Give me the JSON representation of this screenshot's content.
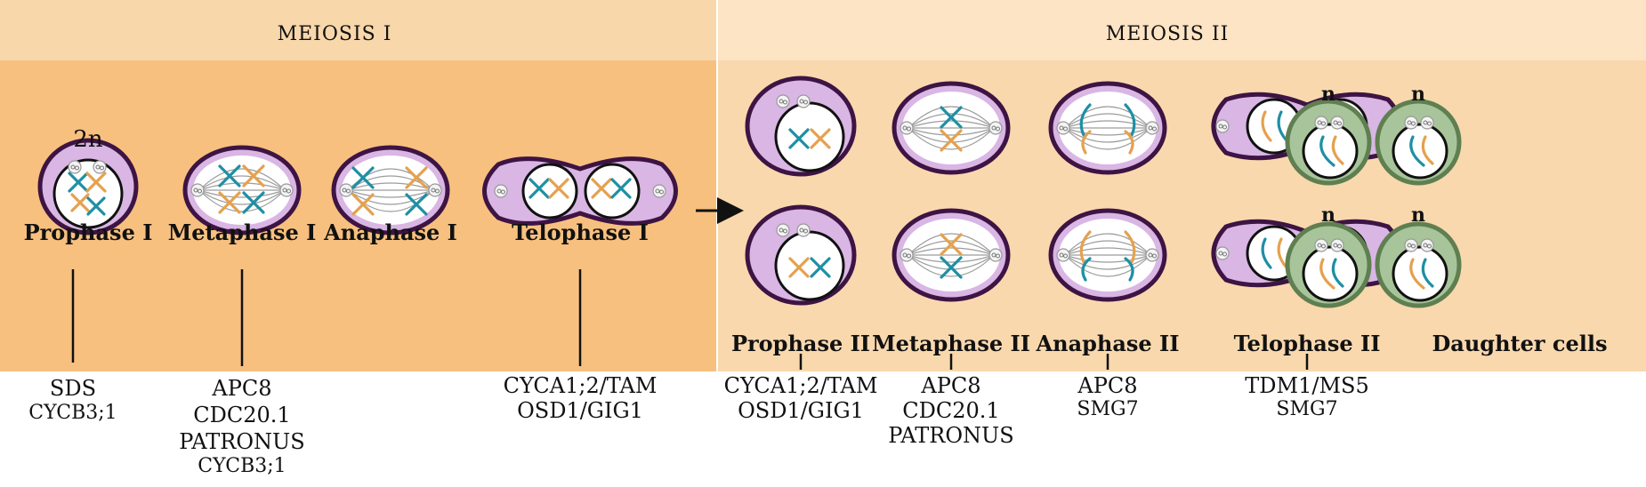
{
  "headers": {
    "meiosis1": "MEIOSIS  I",
    "meiosis2": "MEIOSIS  II"
  },
  "colors": {
    "meiosis1_header_bg": "#f8d7aa",
    "meiosis1_body_bg": "#f7c07f",
    "meiosis2_header_bg": "#fce4c4",
    "meiosis2_body_bg": "#f9d8ae",
    "membrane": "#3d1443",
    "cytoplasm_purple": "#d9b6e4",
    "cytoplasm_green": "#a8c49a",
    "chromosome_blue": "#1e8fa4",
    "chromosome_orange": "#e5a14e"
  },
  "ploidy": {
    "diploid": "2n",
    "haploid": "n"
  },
  "phases": {
    "prophase1": "Prophase I",
    "metaphase1": "Metaphase I",
    "anaphase1": "Anaphase I",
    "telophase1": "Telophase I",
    "prophase2": "Prophase II",
    "metaphase2": "Metaphase II",
    "anaphase2": "Anaphase II",
    "telophase2": "Telophase II",
    "daughter": "Daughter cells"
  },
  "genes": {
    "prophase1": [
      "SDS",
      "CYCB3;1"
    ],
    "metaphase1": [
      "APC8",
      "CDC20.1",
      "PATRONUS",
      "CYCB3;1"
    ],
    "telophase1": [
      "CYCA1;2/TAM",
      "OSD1/GIG1"
    ],
    "prophase2": [
      "CYCA1;2/TAM",
      "OSD1/GIG1"
    ],
    "metaphase2": [
      "APC8",
      "CDC20.1",
      "PATRONUS"
    ],
    "anaphase2": [
      "APC8",
      "SMG7"
    ],
    "telophase2": [
      "TDM1/MS5",
      "SMG7"
    ]
  }
}
